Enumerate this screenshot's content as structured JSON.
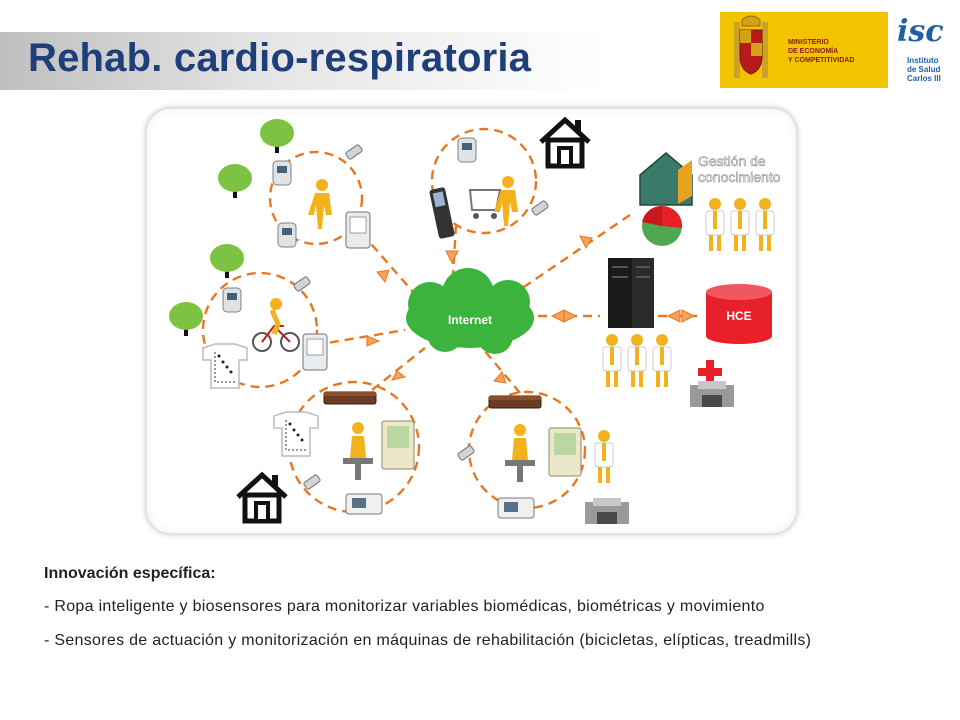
{
  "page": {
    "title": "Rehab. cardio-respiratoria"
  },
  "logos": {
    "ministry_lines": [
      "MINISTERIO",
      "DE ECONOMÍA",
      "Y COMPETITIVIDAD"
    ],
    "isciii_mark": "isc",
    "isciii_lines": [
      "Instituto",
      "de Salud",
      "Carlos III"
    ]
  },
  "diagram": {
    "internet_label": "Internet",
    "hce_label": "HCE",
    "knowledge_label_lines": [
      "Gestión de",
      "conocimiento"
    ],
    "accent_color": "#e87722",
    "cloud_color": "#3cb33c",
    "database_color": "#e8202a"
  },
  "content": {
    "heading": "Innovación específica:",
    "bullets": [
      "- Ropa inteligente y biosensores para monitorizar variables biomédicas, biométricas y movimiento",
      "- Sensores de actuación y monitorización en máquinas de rehabilitación (bicicletas, elípticas, treadmills)"
    ]
  }
}
